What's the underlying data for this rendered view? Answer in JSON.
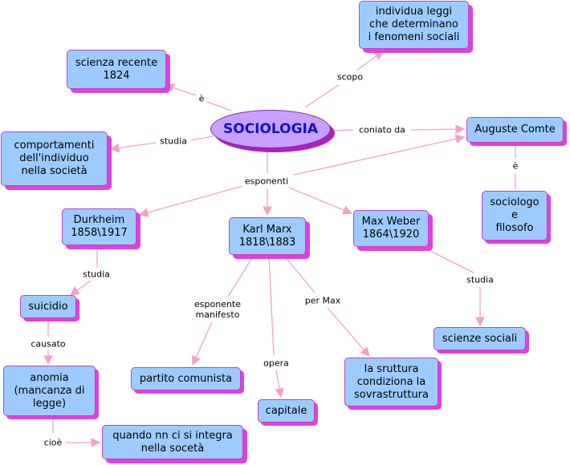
{
  "center": {
    "label": "SOCIOLOGIA"
  },
  "nodes": {
    "scienza": "scienza recente\n1824",
    "leggi": "individua  leggi\nche determinano\ni fenomeni sociali",
    "comportamenti": "comportamenti\ndell'individuo\nnella società",
    "comte": "Auguste Comte",
    "sociologo": "sociologo\ne\nfilosofo",
    "durkheim": "Durkheim\n1858\\1917",
    "marx": "Karl Marx\n1818\\1883",
    "weber": "Max Weber\n1864\\1920",
    "suicidio": "suicidio",
    "anomia": "anomia\n(mancanza di\nlegge)",
    "integra": "quando nn ci si integra\nnella socetà",
    "partito": "partito comunista",
    "capitale": "capitale",
    "struttura": "la sruttura\ncondiziona la\nsovrastruttura",
    "scienze_sociali": "scienze sociali"
  },
  "links": {
    "e_scienza": "è",
    "scopo": "scopo",
    "studia_comp": "studia",
    "coniato_da": "coniato da",
    "e_comte": "è",
    "esponenti": "esponenti",
    "studia_durk": "studia",
    "causato": "causato",
    "cioe": "cioè",
    "esponente_manifesto": "esponente\nmanifesto",
    "opera": "opera",
    "per_max": "per Max",
    "studia_weber": "studia"
  },
  "colors": {
    "node_fill": "#9ecbff",
    "node_border": "#c040c0",
    "node_shadow": "#e040e0",
    "center_fill": "#c8a0ff",
    "center_text": "#1010d0",
    "link": "#f4a0c8"
  }
}
